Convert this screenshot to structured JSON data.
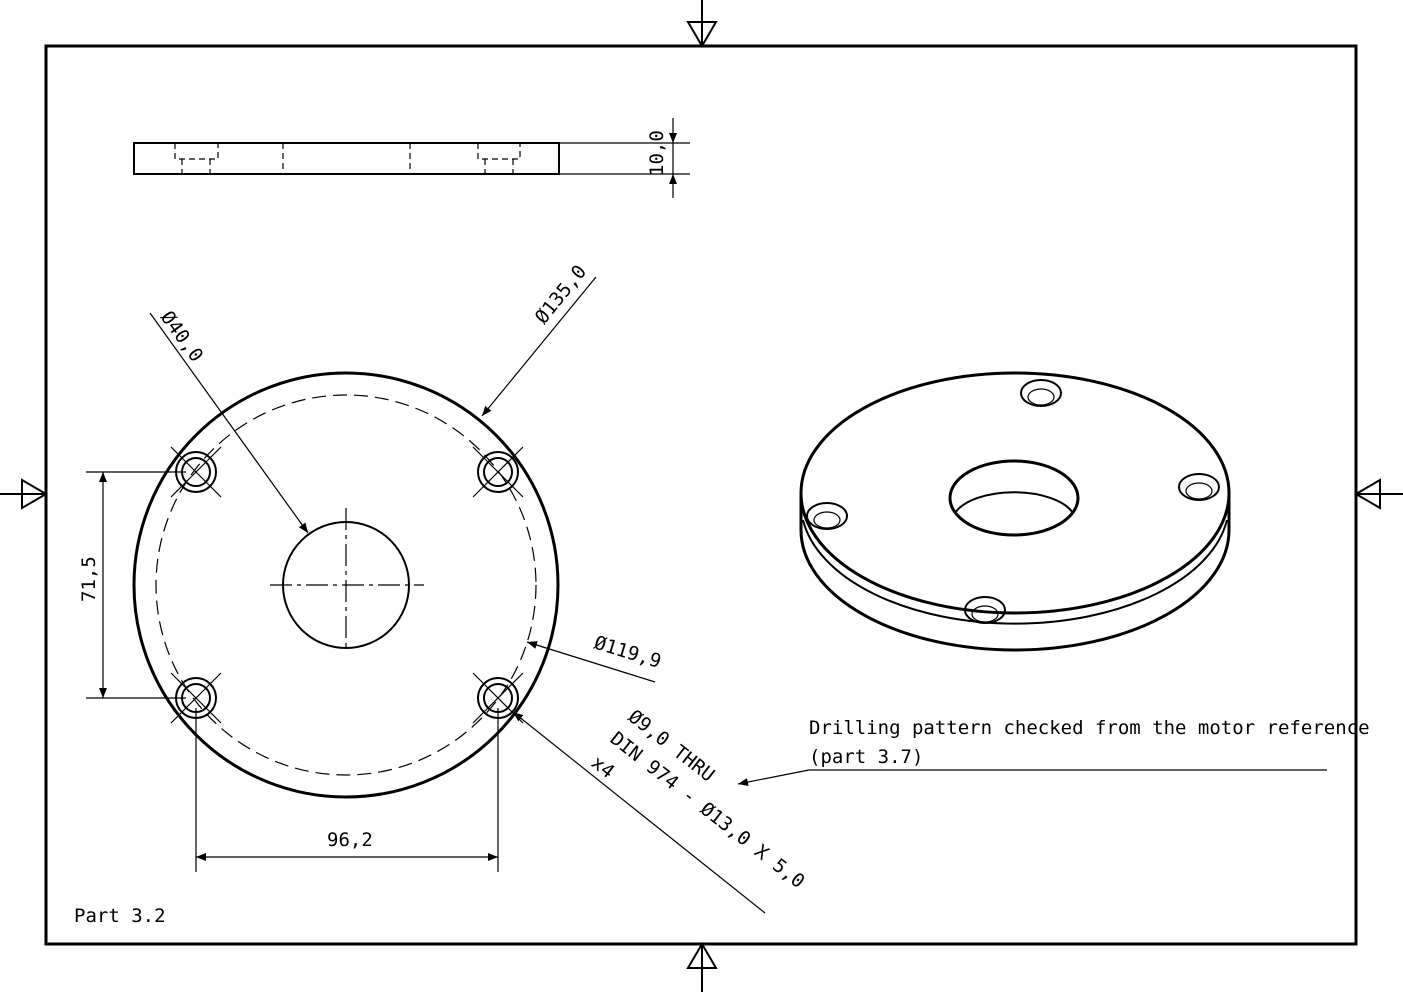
{
  "drawing": {
    "part_label": "Part 3.2",
    "dimensions": {
      "thickness": "10,0",
      "outer_diameter": "Ø135,0",
      "center_hole_diameter": "Ø40,0",
      "pitch_circle_diameter": "Ø119,9",
      "vertical_spacing": "71,5",
      "horizontal_spacing": "96,2"
    },
    "hole_callout": {
      "line1": "Ø9,0 THRU",
      "line2": "DIN 974 - Ø13,0 X 5,0",
      "line3": "x4"
    },
    "note": {
      "line1": "Drilling pattern checked from the motor reference",
      "line2": "(part 3.7)"
    }
  }
}
